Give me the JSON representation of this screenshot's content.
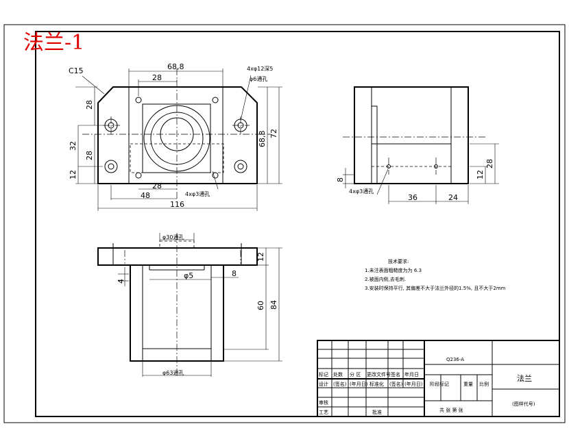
{
  "drawing_title": "法兰-1",
  "front_view": {
    "chamfer": "C15",
    "dim_top_width": "68,8",
    "dim_hole_spacing_top": "28",
    "dim_left_upper": "28",
    "dim_left_mid": "32",
    "dim_left_lower": "28",
    "dim_left_bottom": "12",
    "dim_right_inner": "68,8",
    "dim_right_outer": "72",
    "dim_bottom_spacing": "28",
    "dim_bottom_48": "48",
    "dim_bottom_total": "116",
    "note_top_holes_1": "4xφ12深5",
    "note_top_holes_2": "φ6通孔",
    "note_bottom_holes": "4xφ3通孔"
  },
  "side_view": {
    "dim_8": "8",
    "dim_12": "12",
    "dim_28": "28",
    "dim_36": "36",
    "dim_24": "24",
    "note_holes": "4xφ3通孔"
  },
  "bottom_view": {
    "note_top": "φ30通孔",
    "dim_5": "φ5",
    "dim_8": "8",
    "dim_4": "4",
    "dim_12": "12",
    "dim_60": "60",
    "dim_84": "84",
    "note_bottom": "φ63通孔"
  },
  "technical_requirements": {
    "heading": "技术要求:",
    "items": [
      "1.未注表面粗糙度为为 6.3",
      "2.被面内侧,去毛刺.",
      "3.安装时保持平行, 其偏差不大于法兰外径的1.5%, 且不大于2mm"
    ]
  },
  "title_block": {
    "material": "Q236-A",
    "part_name": "法兰",
    "drawing_code": "(图样代号)",
    "header_row": [
      "标记",
      "处数",
      "分 区",
      "更改文件号",
      "签名",
      "年月日"
    ],
    "design_row": [
      "设计",
      "(签名)",
      "(年月日)",
      "标准化",
      "(签名)",
      "(年月日)"
    ],
    "stage_mark": "阶段标记",
    "weight": "重量",
    "scale": "比例",
    "review": "审核",
    "process": "工艺",
    "approve": "批准",
    "sheets": "共  张  第  张"
  }
}
